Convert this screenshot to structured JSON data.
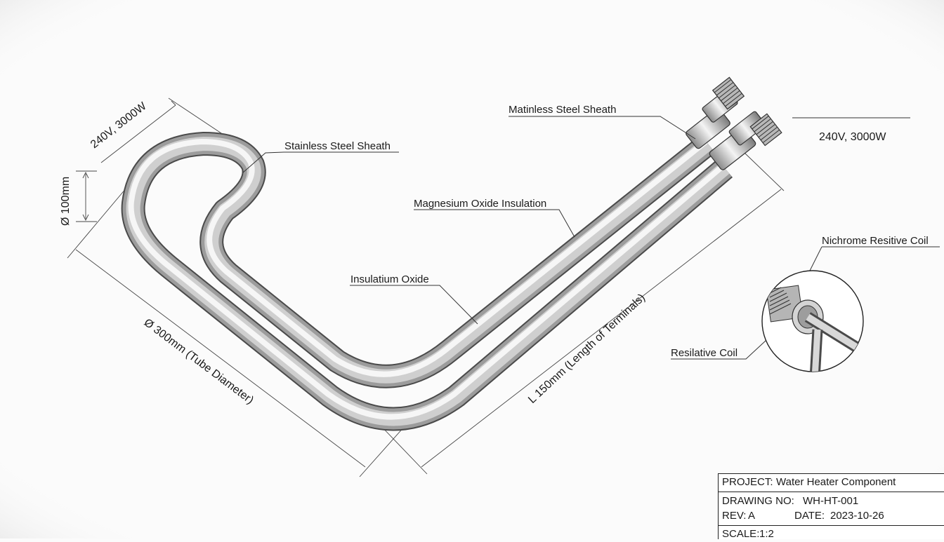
{
  "labels": {
    "dim_voltage_left": "240V, 3000W",
    "dim_diameter_small": "Ø 100mm",
    "dim_tube_diameter": "Ø 300mm (Tube Diameter)",
    "dim_terminal_length": "L 150mm (Length of Terminals)",
    "stainless_sheath": "Stainless Steel Sheath",
    "matinless_sheath": "Matinless Steel Sheath",
    "magnesium_oxide": "Magnesium Oxide Insulation",
    "insulatium_oxide": "Insulatium Oxide",
    "voltage_right": "240V, 3000W",
    "nichrome_coil": "Nichrome Resitive Coil",
    "resilative_coil": "Resilative Coil"
  },
  "title_block": {
    "project_label": "PROJECT:",
    "project_value": "Water Heater Component",
    "drawing_label": "DRAWING NO:",
    "drawing_value": "WH-HT-001",
    "rev_label": "REV:",
    "rev_value": "A",
    "date_label": "DATE:",
    "date_value": "2023-10-26",
    "scale_label": "SCALE:",
    "scale_value": "1:2"
  },
  "colors": {
    "tube_dark": "#5a5a5a",
    "tube_light": "#f4f4f4",
    "line": "#333333"
  }
}
